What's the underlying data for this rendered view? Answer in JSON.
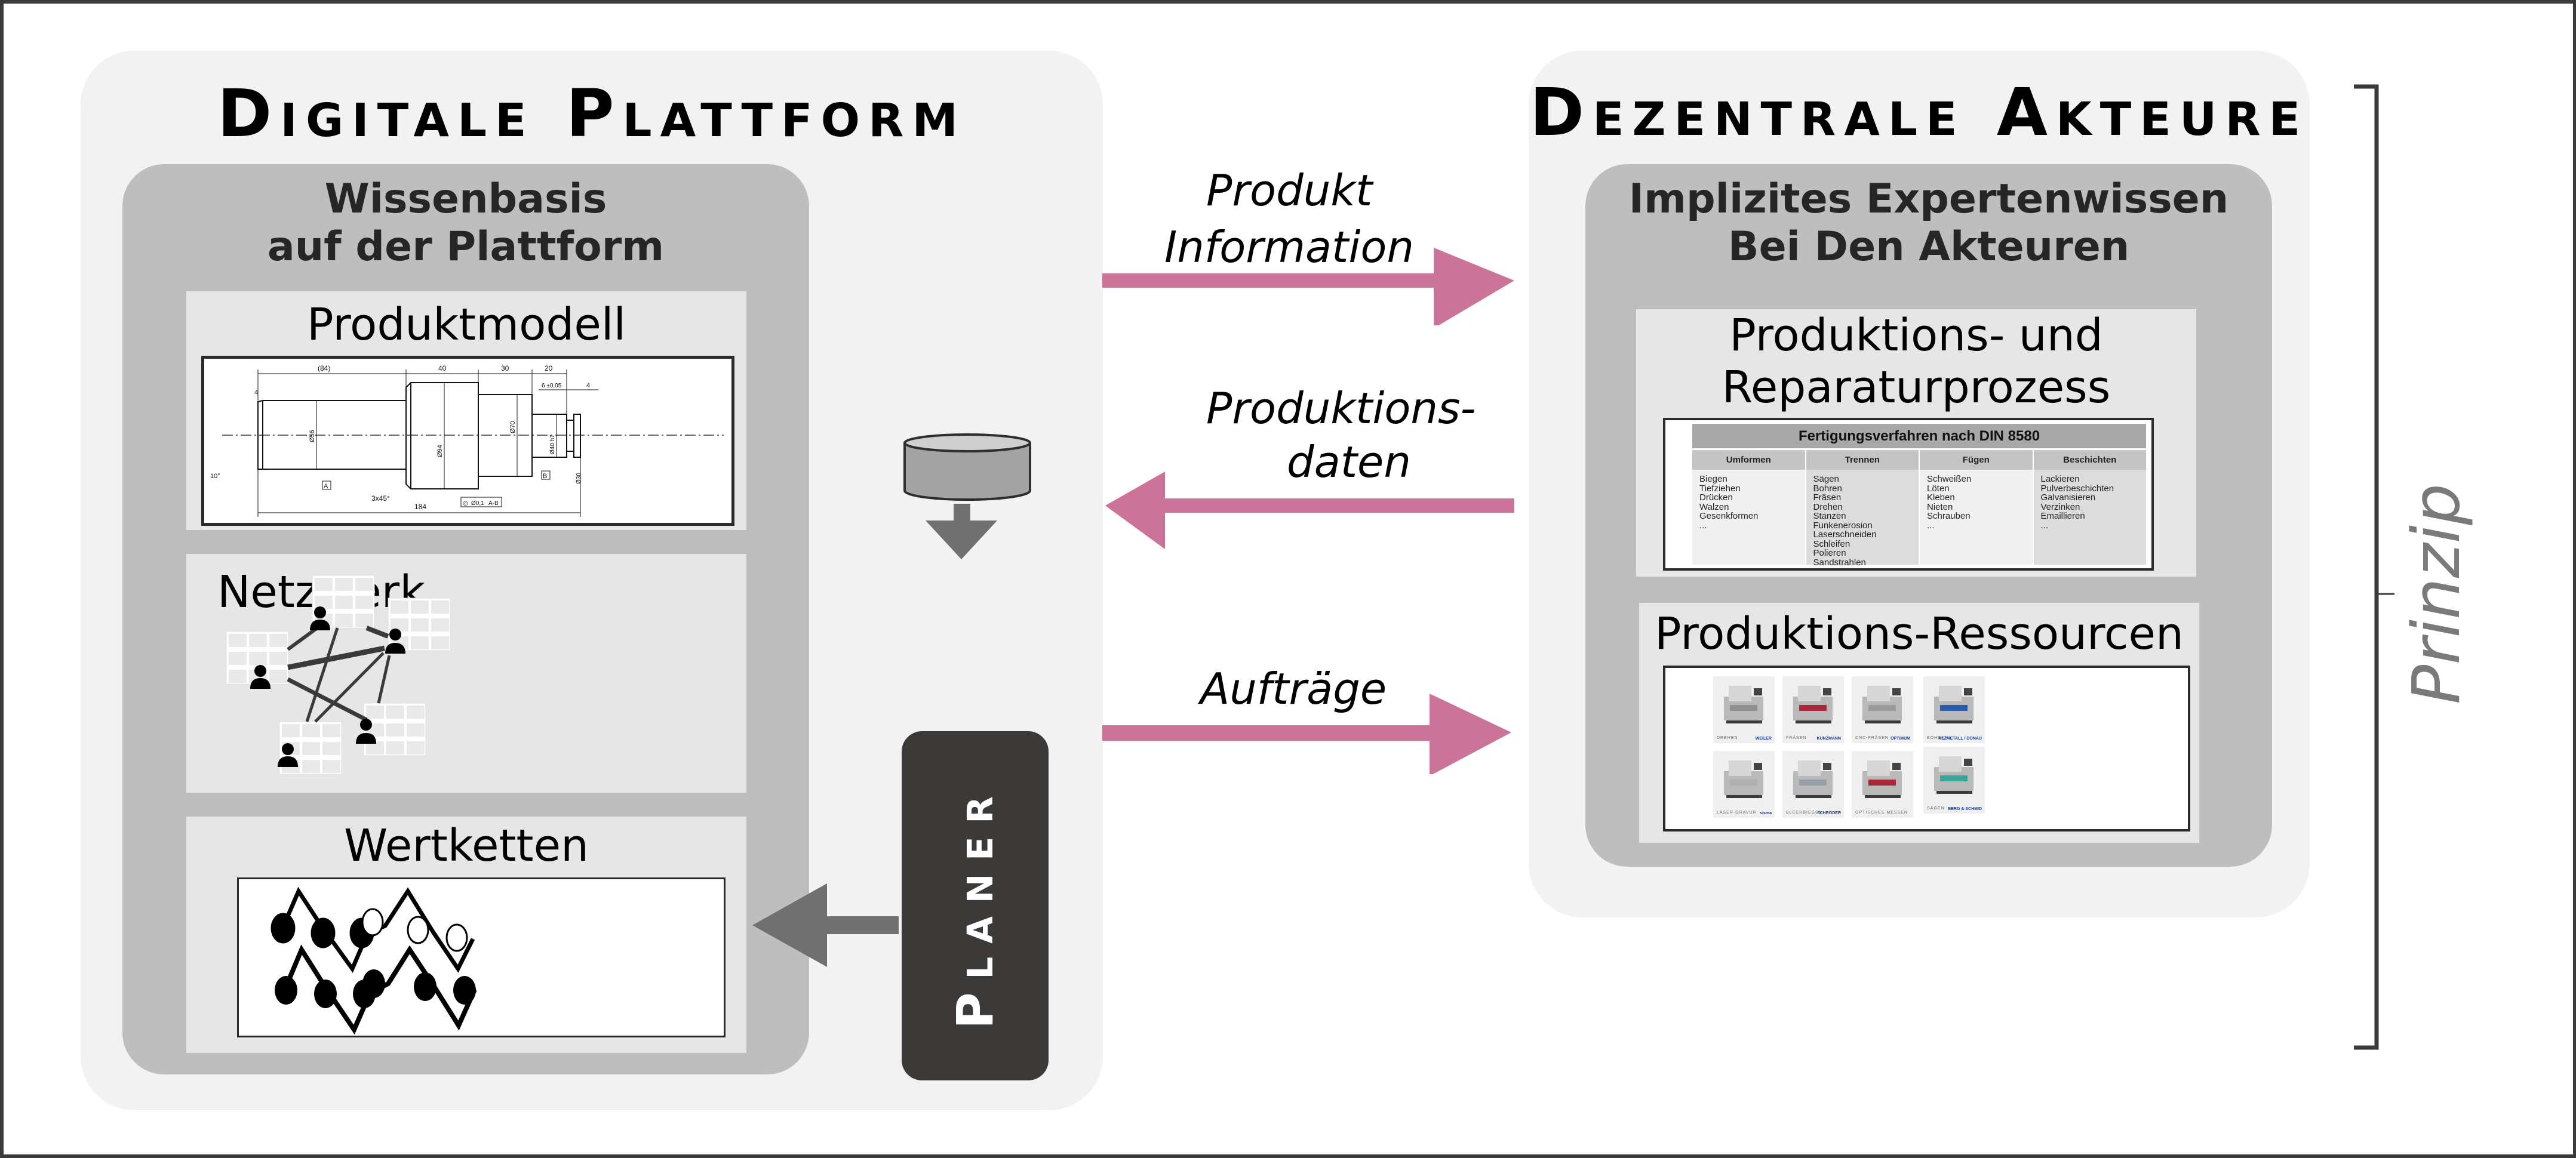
{
  "colors": {
    "arrow_accent": "#cc7399",
    "panel_outer": "#f2f2f2",
    "panel_inner": "#bebebe",
    "sub_box": "#e6e6e6",
    "planer_bg": "#3b3a38",
    "gray_arrow": "#707070",
    "prinzip_text": "#7a7a7a"
  },
  "left_panel": {
    "title": "Digitale Plattform",
    "inner": {
      "title_line1": "Wissenbasis",
      "title_line2": "auf der Plattform",
      "boxes": {
        "produktmodell": {
          "title": "Produktmodell",
          "drawing": {
            "dims_top": [
              "(84)",
              "40",
              "30",
              "20"
            ],
            "dim_small_left": "4",
            "dim_small_right": "4",
            "tolerance": "6 ±0,05",
            "diameters": [
              "Ø56",
              "Ø94",
              "Ø70",
              "Ø40 h7",
              "Ø30"
            ],
            "angle": "10°",
            "chamfer": "3x45°",
            "total_length": "184",
            "datum_a": "A",
            "datum_b": "B",
            "tolerance_frame": [
              "◎",
              "Ø0,1",
              "A-B"
            ]
          }
        },
        "netzwerk": {
          "title": "Netzwerk",
          "actors": 5
        },
        "wertketten": {
          "title": "Wertketten"
        }
      }
    }
  },
  "center": {
    "database_icon": "database-icon",
    "planer_label": "Planer"
  },
  "arrows": {
    "produkt_information": {
      "line1": "Produkt",
      "line2": "Information",
      "direction": "right"
    },
    "produktionsdaten": {
      "line1": "Produktions-",
      "line2": "daten",
      "direction": "left"
    },
    "auftraege": {
      "label": "Aufträge",
      "direction": "right"
    }
  },
  "right_panel": {
    "title": "Dezentrale Akteure",
    "inner": {
      "title_line1": "Implizites Expertenwissen",
      "title_line2": "Bei Den Akteuren",
      "prozess": {
        "title_line1": "Produktions- und",
        "title_line2": "Reparaturprozess",
        "table": {
          "title": "Fertigungsverfahren nach DIN 8580",
          "columns": [
            {
              "header": "Umformen",
              "items": [
                "Biegen",
                "Tiefziehen",
                "Drücken",
                "Walzen",
                "Gesenkformen",
                "..."
              ]
            },
            {
              "header": "Trennen",
              "items": [
                "Sägen",
                "Bohren",
                "Fräsen",
                "Drehen",
                "Stanzen",
                "Funkenerosion",
                "Laserschneiden",
                "Schleifen",
                "Polieren",
                "Sandstrahlen"
              ]
            },
            {
              "header": "Fügen",
              "items": [
                "Schweißen",
                "Löten",
                "Kleben",
                "Nieten",
                "Schrauben",
                "..."
              ]
            },
            {
              "header": "Beschichten",
              "items": [
                "Lackieren",
                "Pulverbeschichten",
                "Galvanisieren",
                "Verzinken",
                "Emaillieren",
                "..."
              ]
            }
          ]
        }
      },
      "ressourcen": {
        "title": "Produktions-Ressourcen",
        "machines": [
          {
            "label": "DREHEN",
            "brand": "WEILER"
          },
          {
            "label": "FRÄSEN",
            "brand": "KUNZMANN"
          },
          {
            "label": "CNC-FRÄSEN",
            "brand": "OPTIMUM"
          },
          {
            "label": "BOHREN",
            "brand": "ALZMETALL / DONAU"
          },
          {
            "label": "LASER-GRAVUR",
            "brand": "sisma"
          },
          {
            "label": "BLECHBIEGEN",
            "brand": "SCHRÖDER"
          },
          {
            "label": "OPTISCHES MESSEN",
            "brand": ""
          },
          {
            "label": "SÄGEN",
            "brand": "BERG & SCHMID"
          }
        ]
      }
    }
  },
  "bracket": {
    "label": "Prinzip"
  }
}
